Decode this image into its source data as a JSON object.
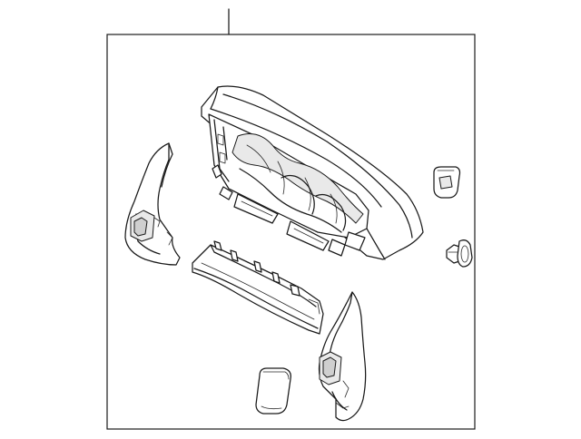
{
  "diagram": {
    "colors": {
      "background": "#ffffff",
      "stroke": "#1a1a1a",
      "shade": "#e9e9e9"
    },
    "parts": [
      {
        "name": "dash-pad-housing"
      },
      {
        "name": "left-side-panel"
      },
      {
        "name": "lower-trim-panel"
      },
      {
        "name": "right-side-panel"
      },
      {
        "name": "clip"
      },
      {
        "name": "push-pin-fastener"
      },
      {
        "name": "cover-cap"
      }
    ]
  }
}
